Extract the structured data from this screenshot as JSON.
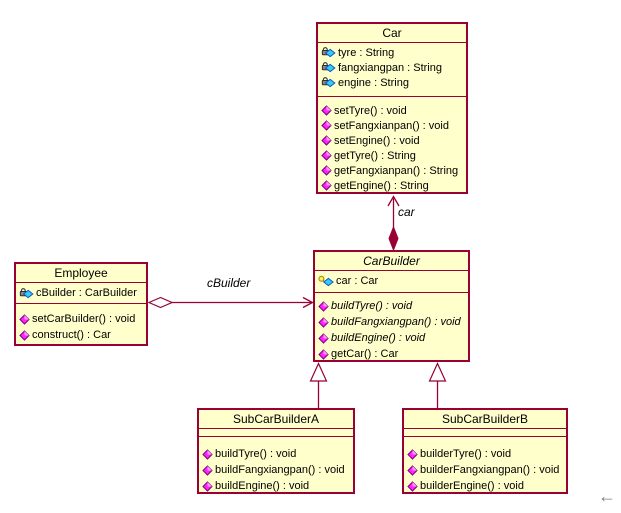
{
  "colors": {
    "class_fill": "#FFFFCC",
    "class_border": "#990033",
    "relationship_line": "#990033",
    "text": "#000000",
    "public_method_icon": "#FF22FF",
    "attribute_diamond_icon": "#33CCFF",
    "protected_key_icon": "#FFE33B",
    "back_arrow": "#808080"
  },
  "icons": {
    "private_attribute_icon": "padlock with cyan diamond",
    "protected_attribute_icon": "gold key with cyan diamond",
    "public_method_icon": "magenta diamond",
    "back_arrow_icon": "left arrow"
  },
  "classes": {
    "car": {
      "name": "Car",
      "attributes": [
        "tyre : String",
        "fangxiangpan : String",
        "engine : String"
      ],
      "methods": [
        "setTyre() : void",
        "setFangxianpan() : void",
        "setEngine() : void",
        "getTyre() : String",
        "getFangxianpan() : String",
        "getEngine() : String"
      ]
    },
    "carBuilder": {
      "name": "CarBuilder",
      "attributes": [
        "car : Car"
      ],
      "methods": [
        "buildTyre() : void",
        "buildFangxiangpan() : void",
        "buildEngine() : void",
        "getCar() : Car"
      ]
    },
    "employee": {
      "name": "Employee",
      "attributes": [
        "cBuilder : CarBuilder"
      ],
      "methods": [
        "setCarBuilder() : void",
        "construct() : Car"
      ]
    },
    "subCarBuilderA": {
      "name": "SubCarBuilderA",
      "attributes": [],
      "methods": [
        "buildTyre() : void",
        "buildFangxiangpan() : void",
        "buildEngine() : void"
      ]
    },
    "subCarBuilderB": {
      "name": "SubCarBuilderB",
      "attributes": [],
      "methods": [
        "builderTyre() : void",
        "builderFangxiangpan() : void",
        "builderEngine() : void"
      ]
    }
  },
  "relations": {
    "composition_carbuilder_car": {
      "label": "car",
      "type": "composition, navigable to Car"
    },
    "aggregation_employee_carbuilder": {
      "label": "cBuilder",
      "type": "aggregation, navigable to CarBuilder"
    },
    "generalization_subcarbuildera_carbuilder": {
      "type": "generalization"
    },
    "generalization_subcarbuilderb_carbuilder": {
      "type": "generalization"
    }
  },
  "nav": {
    "back_arrow": "←"
  }
}
